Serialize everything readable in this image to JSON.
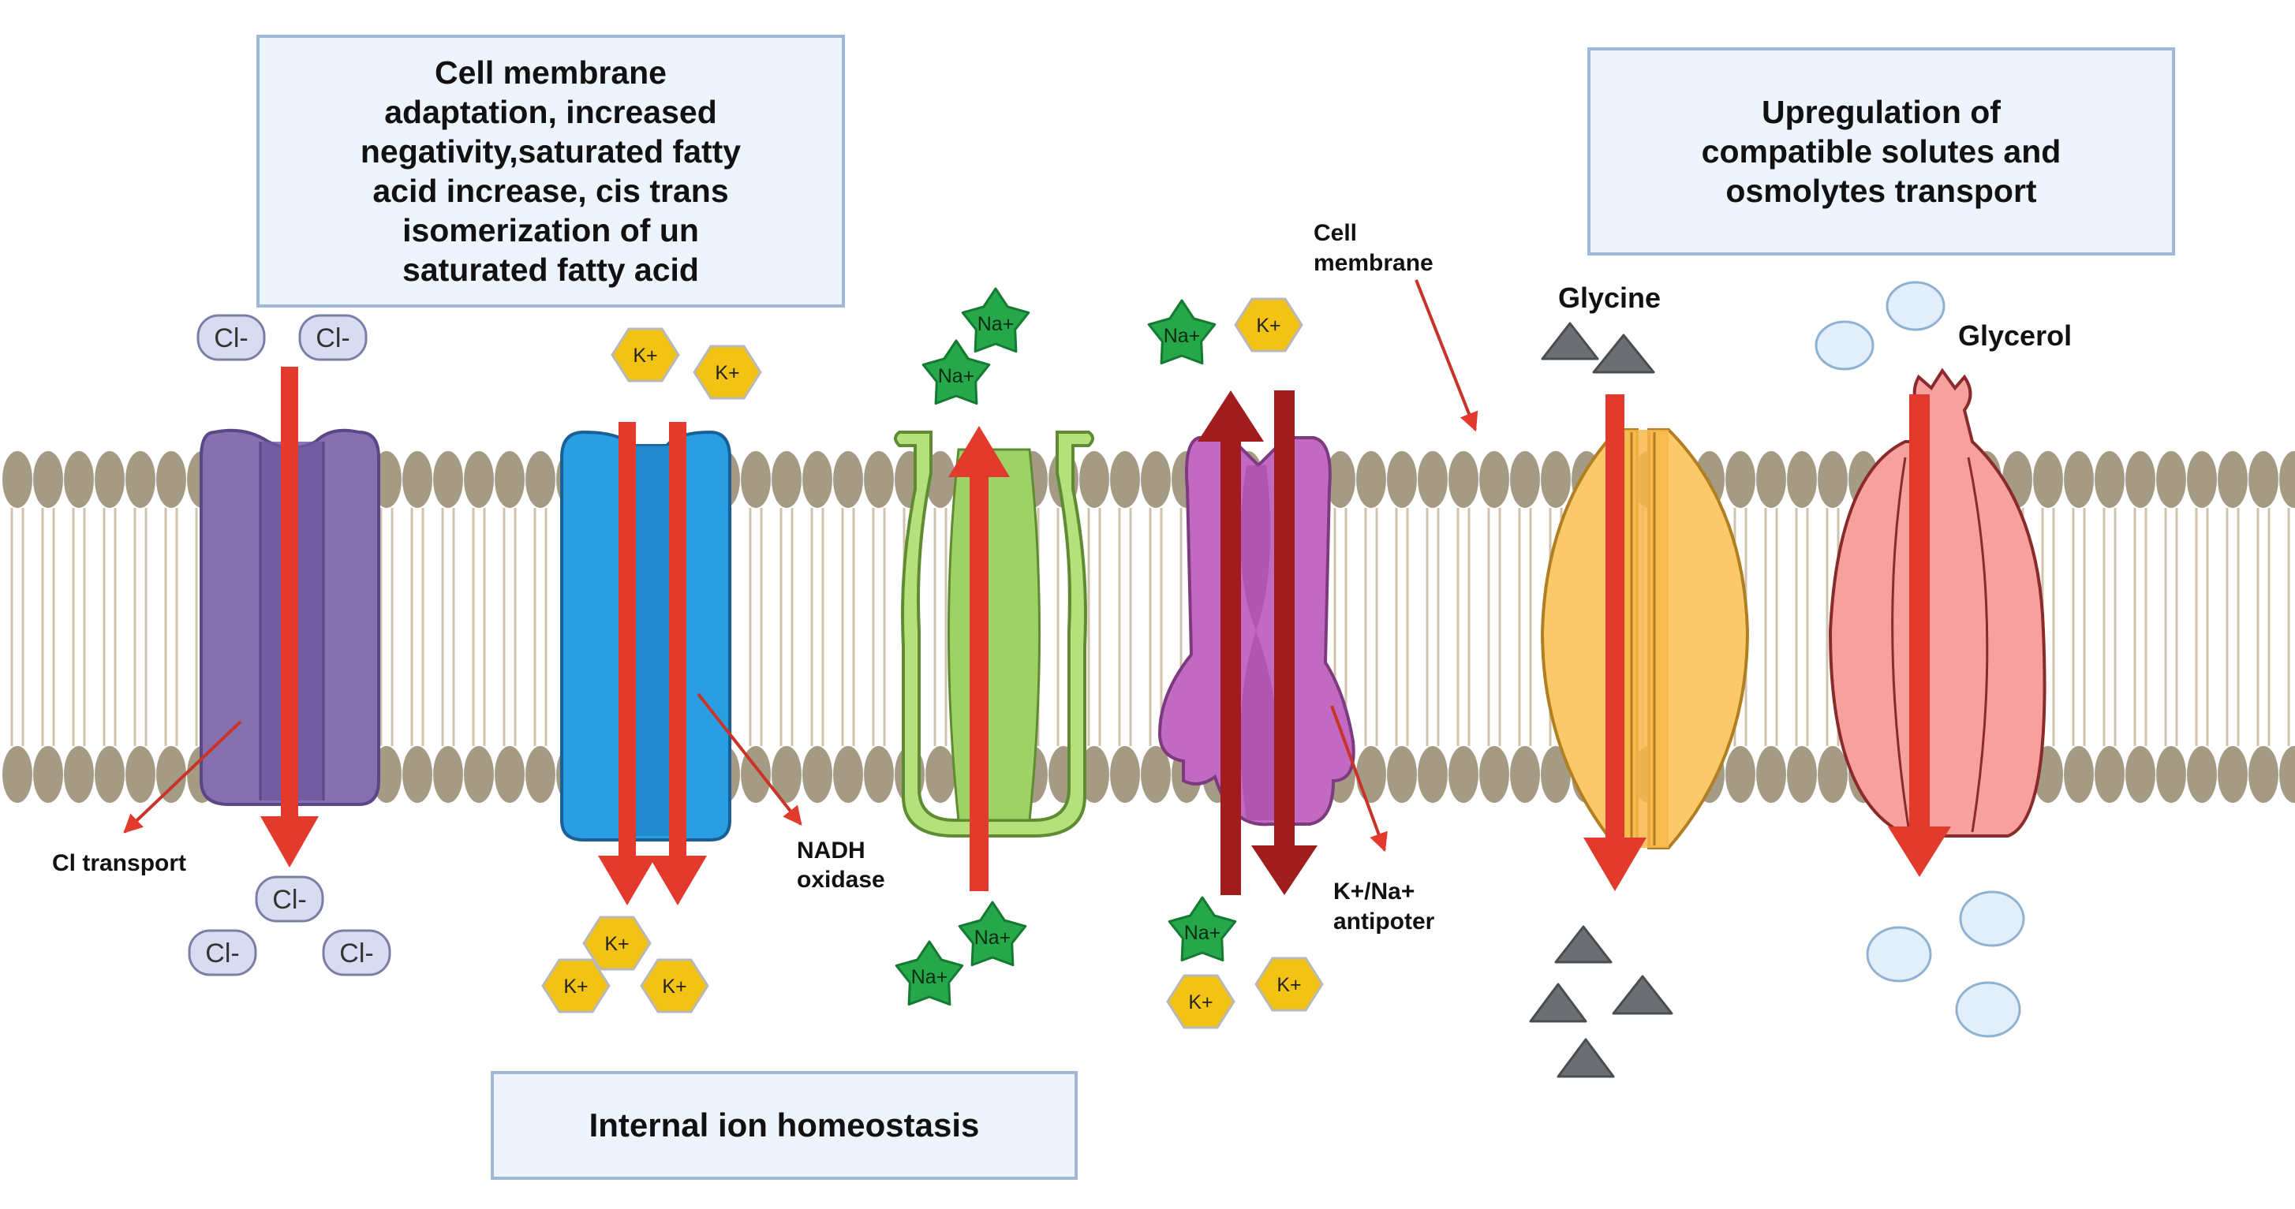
{
  "boxes": {
    "membrane_adaptation": "Cell membrane\nadaptation, increased\nnegativity,saturated fatty\nacid increase, cis trans\nisomerization of un\nsaturated fatty acid",
    "compatible_solutes": "Upregulation of\ncompatible solutes and\nosmolytes transport",
    "ion_homeostasis": "Internal ion homeostasis"
  },
  "labels": {
    "cell_membrane_1": "Cell",
    "cell_membrane_2": "membrane",
    "glycine": "Glycine",
    "glycerol": "Glycerol",
    "cl_transport": "Cl transport",
    "nadh_1": "NADH",
    "nadh_2": "oxidase",
    "antiporter_1": "K+/Na+",
    "antiporter_2": "antipoter"
  },
  "ions": {
    "cl": "Cl-",
    "k": "K+",
    "na": "Na+"
  },
  "colors": {
    "phospholipid_head": "#a59a83",
    "lipid_tail": "#cfc3ad",
    "arrow_red": "#e23a2c",
    "arrow_dark_red": "#a11d1d",
    "cl_channel": "#8670ad",
    "nadh_channel": "#2a9ee2",
    "na_channel": "#b6e07c",
    "antiporter": "#c269c2",
    "glycine_channel": "#fbc96a",
    "glycerol_channel": "#f7a0a0",
    "cl_ion": "#d9dcf0",
    "k_ion": "#f2c214",
    "na_ion": "#26a74a",
    "glycine_molecule": "#6b6f73",
    "glycerol_molecule": "#e2eef9",
    "box_fill": "#eef4fb",
    "box_border": "#9fb8d6"
  }
}
